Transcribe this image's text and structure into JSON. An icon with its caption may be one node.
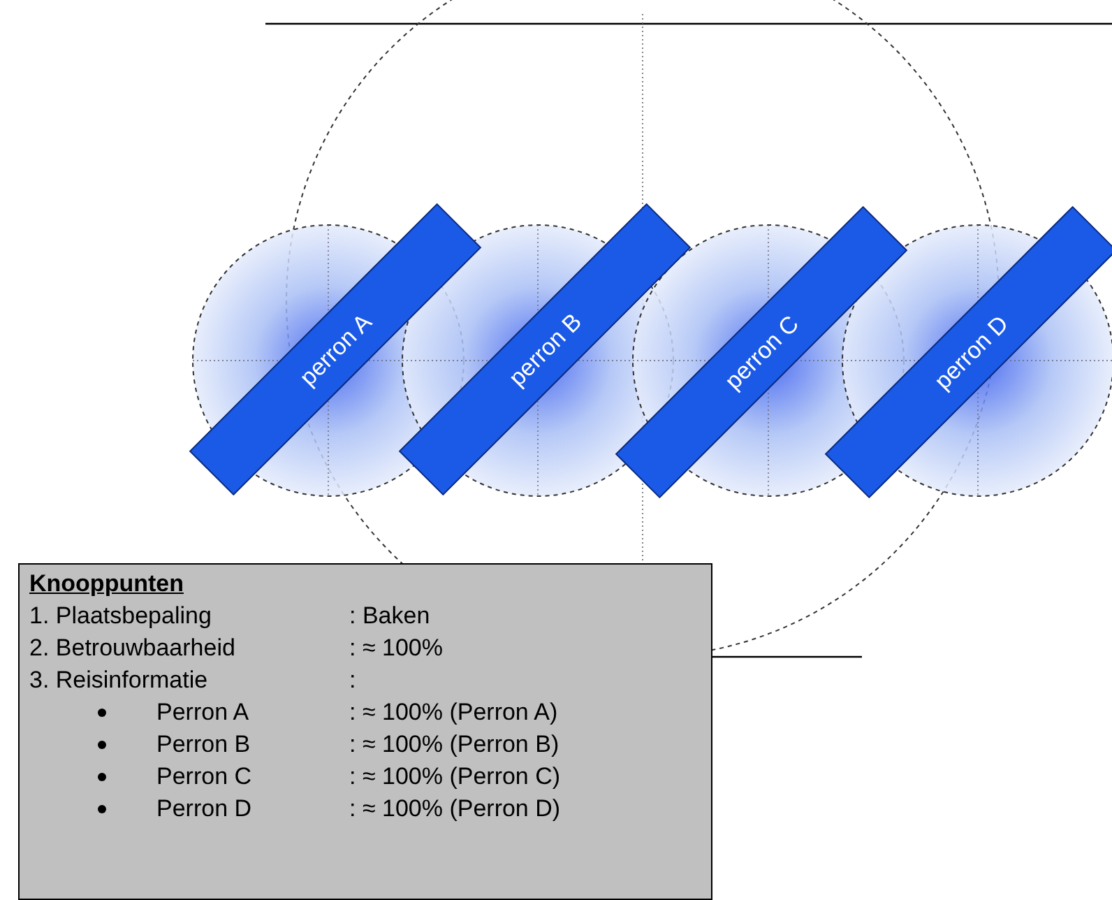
{
  "diagram": {
    "nodes": [
      {
        "text": [
          "perron A"
        ]
      },
      {
        "text": [
          "perron B"
        ]
      },
      {
        "text": [
          "perron C"
        ]
      },
      {
        "text": [
          "perron D"
        ]
      },
      {
        "text": [
          "Knooppunten",
          "1. Plaatsbepaling",
          ": Baken",
          "2. Betrouwbaarheid",
          ": ≈ 100%",
          "3. Reisinformatie",
          ":",
          "Perron A",
          ": ≈ 100% (Perron A)",
          "Perron B",
          ": ≈ 100% (Perron B)",
          "Perron C",
          ": ≈ 100% (Perron C)",
          "Perron D",
          ": ≈ 100% (Perron D)"
        ]
      }
    ]
  }
}
